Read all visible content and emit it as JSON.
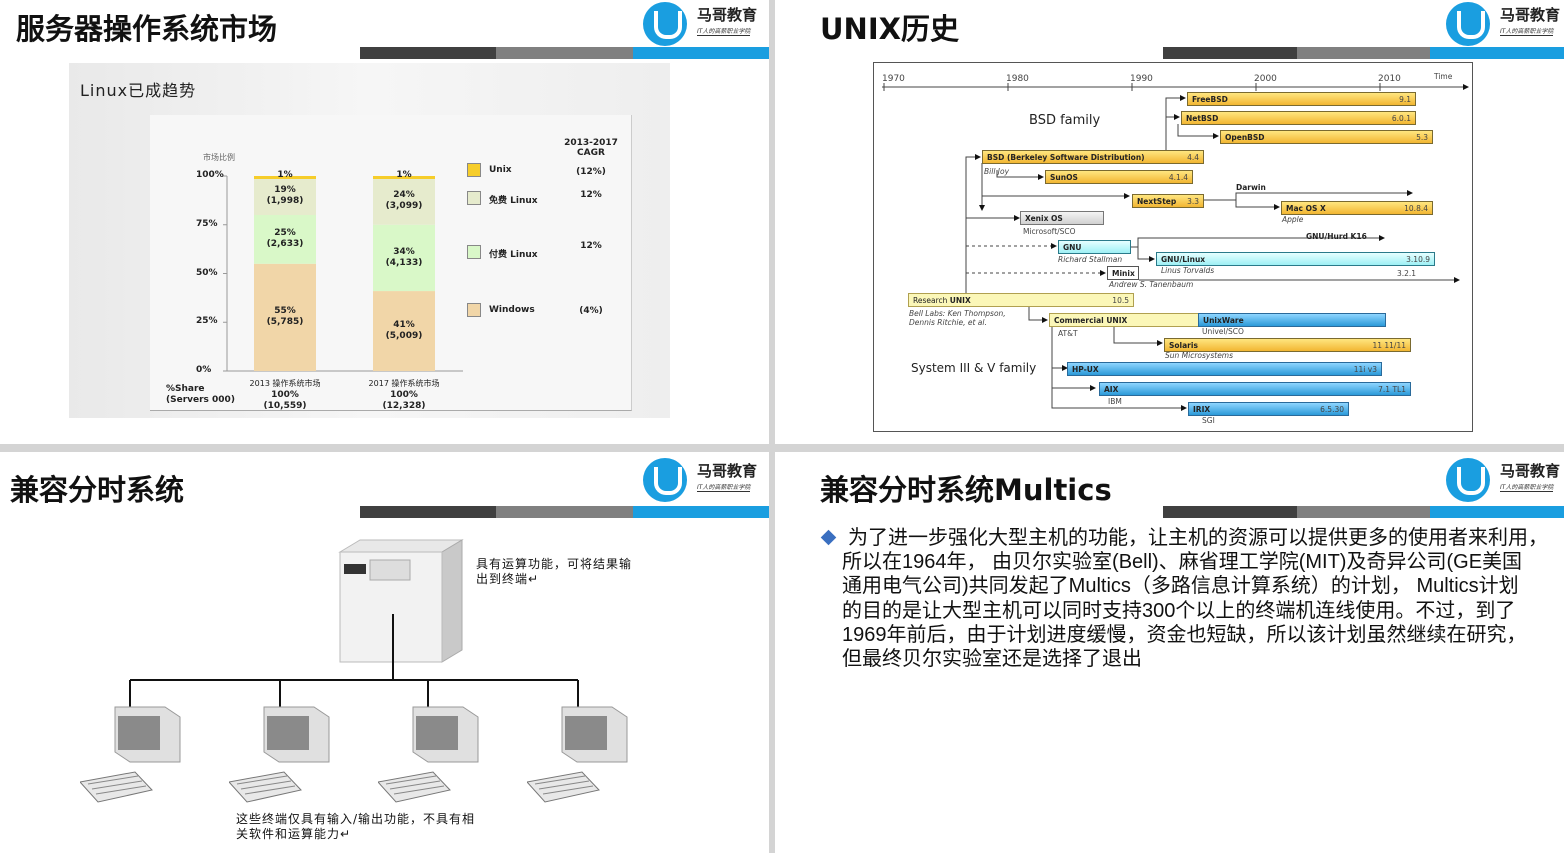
{
  "logo": {
    "name": "马哥教育",
    "slogan": "IT人的高薪职业学院"
  },
  "colors": {
    "accent": "#1a9ee0",
    "dark_bar": "#404040",
    "mid_bar": "#808080"
  },
  "slide1": {
    "title": "服务器操作系统市场",
    "chart_heading": "Linux已成趋势",
    "chart_data": {
      "type": "bar",
      "stacked": true,
      "ylabel": "市场比例",
      "yticks": [
        "100%",
        "75%",
        "50%",
        "25%",
        "0%"
      ],
      "ylim": [
        0,
        100
      ],
      "row_label": [
        "%Share",
        "(Servers 000)"
      ],
      "categories": [
        {
          "label": "2013 操作系统市场",
          "total_pct": "100%",
          "total": "(10,559)"
        },
        {
          "label": "2017 操作系统市场",
          "total_pct": "100%",
          "total": "(12,328)"
        }
      ],
      "cagr_header": [
        "2013-2017",
        "CAGR"
      ],
      "series": [
        {
          "name": "Windows",
          "color": "#f1d6a8",
          "values": [
            55,
            41
          ],
          "labels": [
            "55%",
            "41%"
          ],
          "counts": [
            "(5,785)",
            "(5,009)"
          ],
          "cagr": "(4%)"
        },
        {
          "name": "付费 Linux",
          "color": "#d9f8c8",
          "values": [
            25,
            34
          ],
          "labels": [
            "25%",
            "34%"
          ],
          "counts": [
            "(2,633)",
            "(4,133)"
          ],
          "cagr": "12%"
        },
        {
          "name": "免费 Linux",
          "color": "#e6ebcd",
          "values": [
            19,
            24
          ],
          "labels": [
            "19%",
            "24%"
          ],
          "counts": [
            "(1,998)",
            "(3,099)"
          ],
          "cagr": "12%"
        },
        {
          "name": "Unix",
          "color": "#f6cd2a",
          "values": [
            1,
            1
          ],
          "labels": [
            "1%",
            "1%"
          ],
          "counts": [
            "",
            ""
          ],
          "cagr": "(12%)"
        }
      ],
      "legend": "right"
    }
  },
  "slide2": {
    "title": "UNIX历史",
    "axis": {
      "years": [
        "1970",
        "1980",
        "1990",
        "2000",
        "2010"
      ],
      "time": "Time"
    },
    "bsd_family": "BSD family",
    "sys5_family": "System III & V family",
    "bars": {
      "freebsd": {
        "name": "FreeBSD",
        "ver": "9.1"
      },
      "netbsd": {
        "name": "NetBSD",
        "ver": "6.0.1"
      },
      "openbsd": {
        "name": "OpenBSD",
        "ver": "5.3"
      },
      "bsd": {
        "name": "BSD (Berkeley Software Distribution)",
        "ver": "4.4",
        "by": "Bill Joy"
      },
      "sunos": {
        "name": "SunOS",
        "ver": "4.1.4"
      },
      "nextstep": {
        "name": "NextStep",
        "ver": "3.3"
      },
      "darwin": {
        "name": "Darwin"
      },
      "macosx": {
        "name": "Mac OS X",
        "ver": "10.8.4",
        "by": "Apple"
      },
      "xenix": {
        "name": "Xenix OS",
        "by": "Microsoft/SCO"
      },
      "gnu": {
        "name": "GNU",
        "by": "Richard Stallman"
      },
      "hurd": {
        "name": "GNU/Hurd K16"
      },
      "linux": {
        "name": "GNU/Linux",
        "ver": "3.10.9",
        "by": "Linus Torvalds"
      },
      "minix": {
        "name": "Minix",
        "ver": "3.2.1",
        "by": "Andrew S. Tanenbaum"
      },
      "research": {
        "name_pre": "Research ",
        "name": "UNIX",
        "ver": "10.5",
        "by1": "Bell Labs: Ken Thompson,",
        "by2": "Dennis Ritchie, et al."
      },
      "commercial": {
        "name": "Commercial UNIX",
        "by": "AT&T"
      },
      "unixware": {
        "name": "UnixWare",
        "by": "Univel/SCO"
      },
      "solaris": {
        "name": "Solaris",
        "ver": "11 11/11",
        "by": "Sun Microsystems"
      },
      "hpux": {
        "name": "HP-UX",
        "ver": "11i v3"
      },
      "aix": {
        "name": "AIX",
        "ver": "7.1 TL1",
        "by": "IBM"
      },
      "irix": {
        "name": "IRIX",
        "ver": "6.5.30",
        "by": "SGI"
      }
    }
  },
  "slide3": {
    "title": "兼容分时系统",
    "server_note": [
      "具有运算功能，可将结果输",
      "出到终端↵"
    ],
    "terminal_note": [
      "这些终端仅具有输入/输出功能，不具有相",
      "关软件和运算能力↵"
    ]
  },
  "slide4": {
    "title": "兼容分时系统Multics",
    "bullet_lines": [
      "为了进一步强化大型主机的功能，让主机的资源可以提供更多的使用者来利用，",
      "所以在1964年， 由贝尔实验室(Bell)、麻省理工学院(MIT)及奇异公司(GE美国",
      "通用电气公司)共同发起了Multics（多路信息计算系统）的计划， Multics计划",
      "的目的是让大型主机可以同时支持300个以上的终端机连线使用。不过，到了",
      "1969年前后，由于计划进度缓慢，资金也短缺，所以该计划虽然继续在研究，",
      "但最终贝尔实验室还是选择了退出"
    ]
  }
}
